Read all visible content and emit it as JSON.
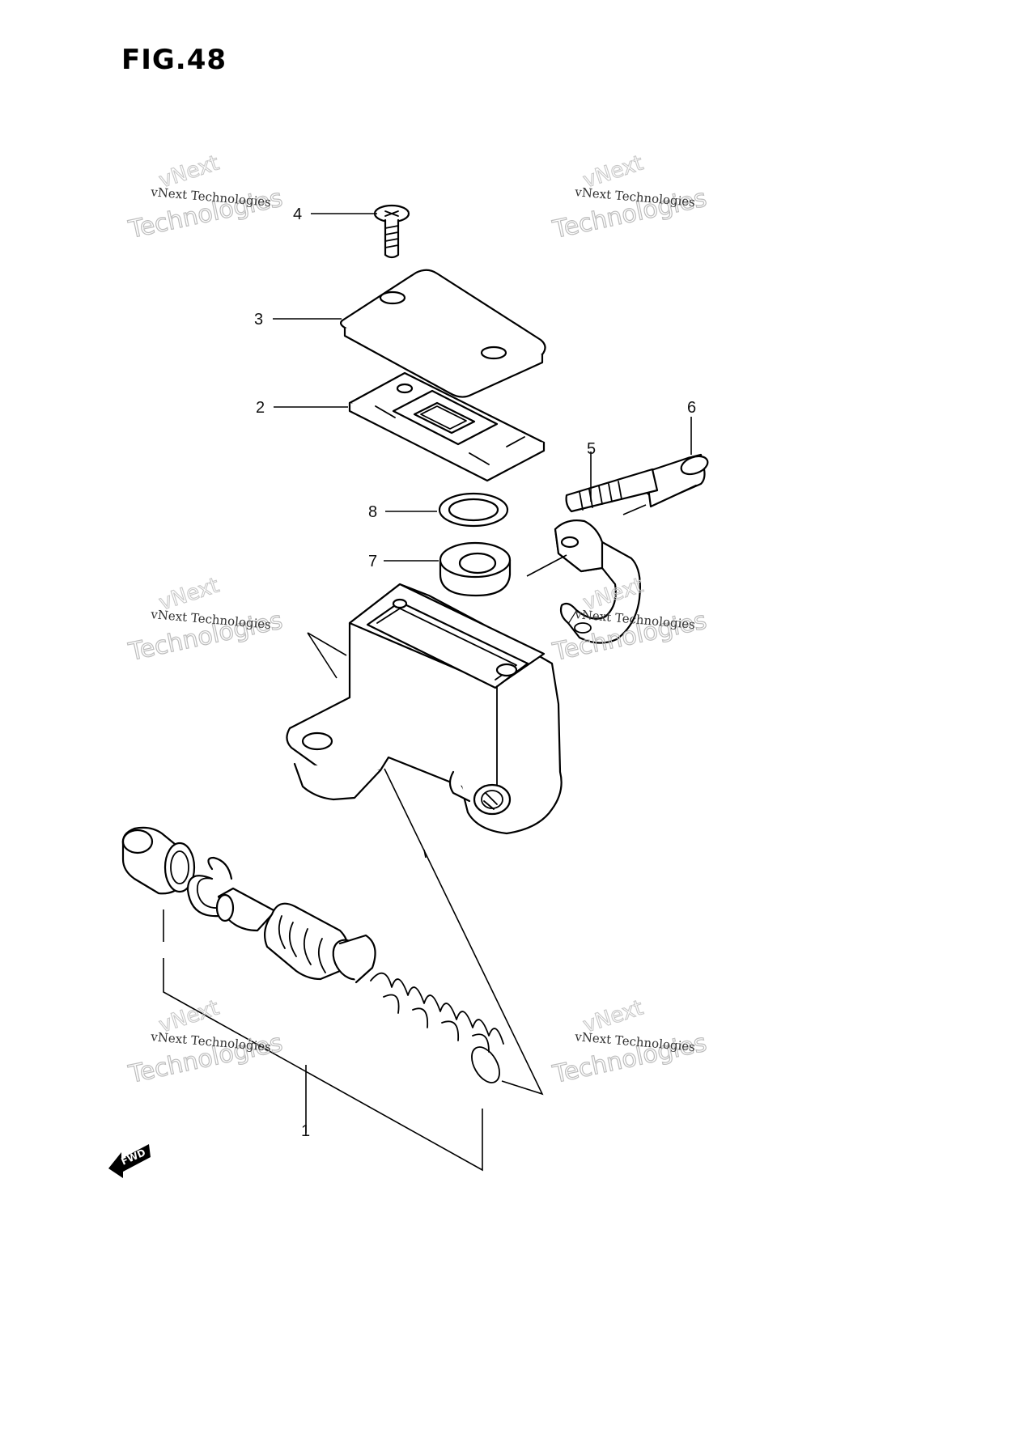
{
  "figure": {
    "title": "FIG.48"
  },
  "callouts": [
    {
      "id": "1",
      "label": "1"
    },
    {
      "id": "2",
      "label": "2"
    },
    {
      "id": "3",
      "label": "3"
    },
    {
      "id": "4",
      "label": "4"
    },
    {
      "id": "5",
      "label": "5"
    },
    {
      "id": "6",
      "label": "6"
    },
    {
      "id": "7",
      "label": "7"
    },
    {
      "id": "8",
      "label": "8"
    }
  ],
  "watermark": {
    "line1": "vNext Technologies",
    "line2": "vNext",
    "line3": "Technologies"
  },
  "fwd_badge": {
    "label": "FWD"
  }
}
